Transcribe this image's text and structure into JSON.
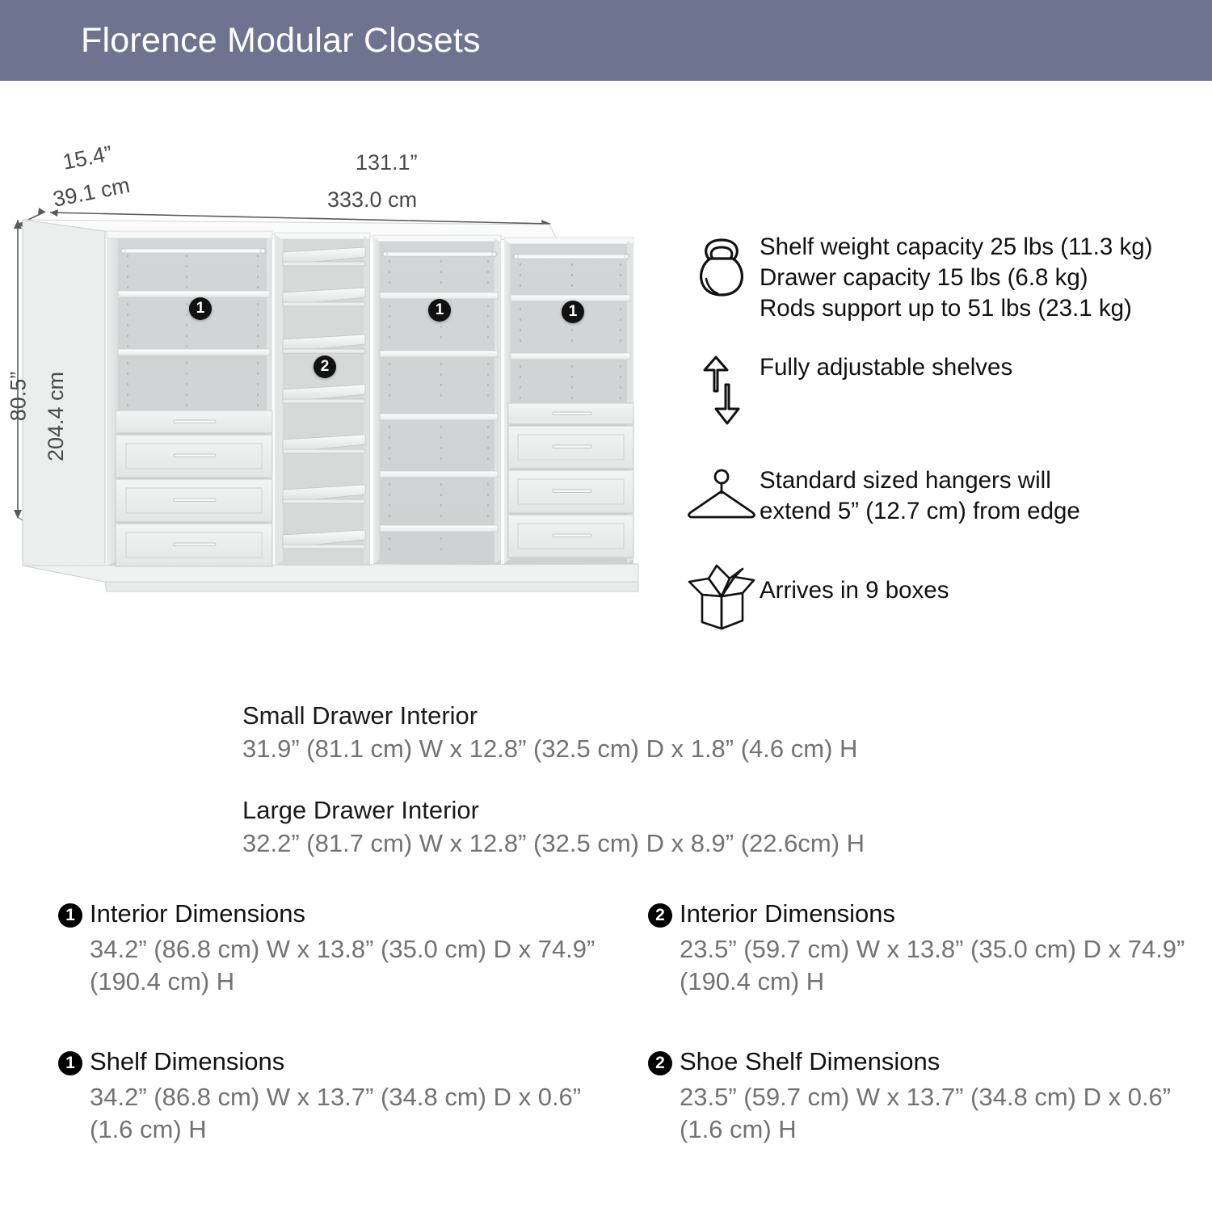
{
  "header": {
    "title": "Florence Modular Closets",
    "background_color": "#6e7490",
    "text_color": "#ffffff"
  },
  "illustration": {
    "dimensions": {
      "depth_inches": "15.4”",
      "depth_cm": "39.1 cm",
      "width_inches": "131.1”",
      "width_cm": "333.0 cm",
      "height_inches": "80.5”",
      "height_cm": "204.4 cm"
    },
    "callouts": [
      {
        "number": "1",
        "unit": "left-wardrobe"
      },
      {
        "number": "2",
        "unit": "shoe-shelf-tower"
      },
      {
        "number": "1",
        "unit": "center-wardrobe"
      },
      {
        "number": "1",
        "unit": "right-wardrobe"
      }
    ]
  },
  "features": [
    {
      "icon": "kettlebell-icon",
      "lines": [
        "Shelf weight capacity 25 lbs (11.3 kg)",
        "Drawer capacity 15 lbs (6.8 kg)",
        "Rods support up to 51 lbs (23.1 kg)"
      ]
    },
    {
      "icon": "up-down-arrows-icon",
      "lines": [
        "Fully adjustable shelves"
      ]
    },
    {
      "icon": "hanger-icon",
      "lines": [
        "Standard sized hangers will",
        "extend 5” (12.7 cm) from edge"
      ]
    },
    {
      "icon": "open-box-icon",
      "lines": [
        "Arrives in 9 boxes"
      ]
    }
  ],
  "drawer_specs": [
    {
      "title": "Small Drawer Interior",
      "value": "31.9” (81.1 cm) W x 12.8” (32.5 cm) D x 1.8” (4.6 cm) H"
    },
    {
      "title": "Large Drawer Interior",
      "value": "32.2” (81.7 cm) W x 12.8” (32.5 cm) D x 8.9” (22.6cm) H"
    }
  ],
  "numbered_specs": [
    {
      "badge": "1",
      "title": "Interior Dimensions",
      "value": "34.2” (86.8 cm) W x 13.8” (35.0 cm) D x 74.9” (190.4 cm) H"
    },
    {
      "badge": "2",
      "title": "Interior Dimensions",
      "value": "23.5” (59.7 cm) W x 13.8” (35.0 cm) D x 74.9” (190.4 cm) H"
    },
    {
      "badge": "1",
      "title": "Shelf Dimensions",
      "value": "34.2” (86.8 cm) W x 13.7” (34.8 cm) D x 0.6” (1.6 cm) H"
    },
    {
      "badge": "2",
      "title": "Shoe Shelf Dimensions",
      "value": "23.5” (59.7 cm) W x 13.7” (34.8 cm) D x 0.6” (1.6 cm) H"
    }
  ]
}
